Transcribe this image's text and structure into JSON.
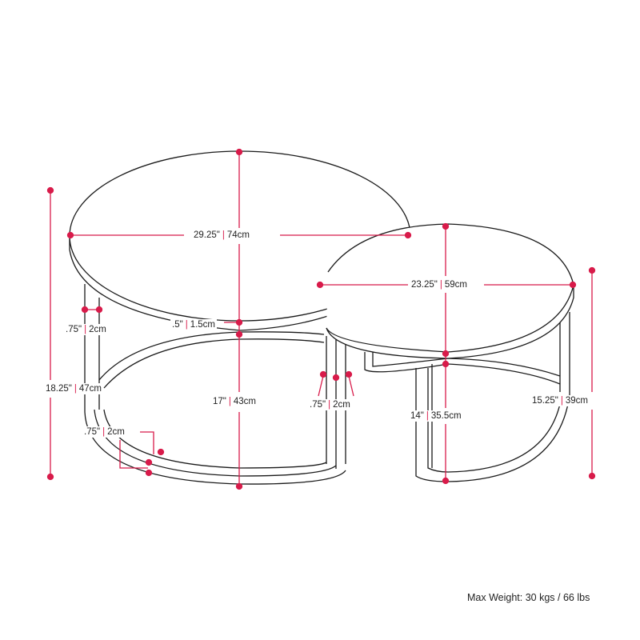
{
  "colors": {
    "accent": "#d81b4a",
    "line": "#1a1a1a",
    "background": "#ffffff"
  },
  "dimensions": {
    "large_diameter": {
      "in": "29.25\"",
      "cm": "74cm"
    },
    "large_top_thickness": {
      "in": ".5\"",
      "cm": "1.5cm"
    },
    "large_leg_width": {
      "in": ".75\"",
      "cm": "2cm"
    },
    "large_total_height": {
      "in": "18.25\"",
      "cm": "47cm"
    },
    "large_clearance": {
      "in": "17\"",
      "cm": "43cm"
    },
    "large_base_ring": {
      "in": ".75\"",
      "cm": "2cm"
    },
    "small_leg_width": {
      "in": ".75\"",
      "cm": "2cm"
    },
    "small_diameter": {
      "in": "23.25\"",
      "cm": "59cm"
    },
    "small_clearance": {
      "in": "14\"",
      "cm": "35.5cm"
    },
    "small_total_height": {
      "in": "15.25\"",
      "cm": "39cm"
    }
  },
  "footer": {
    "max_weight": "Max Weight: 30 kgs / 66 lbs"
  }
}
